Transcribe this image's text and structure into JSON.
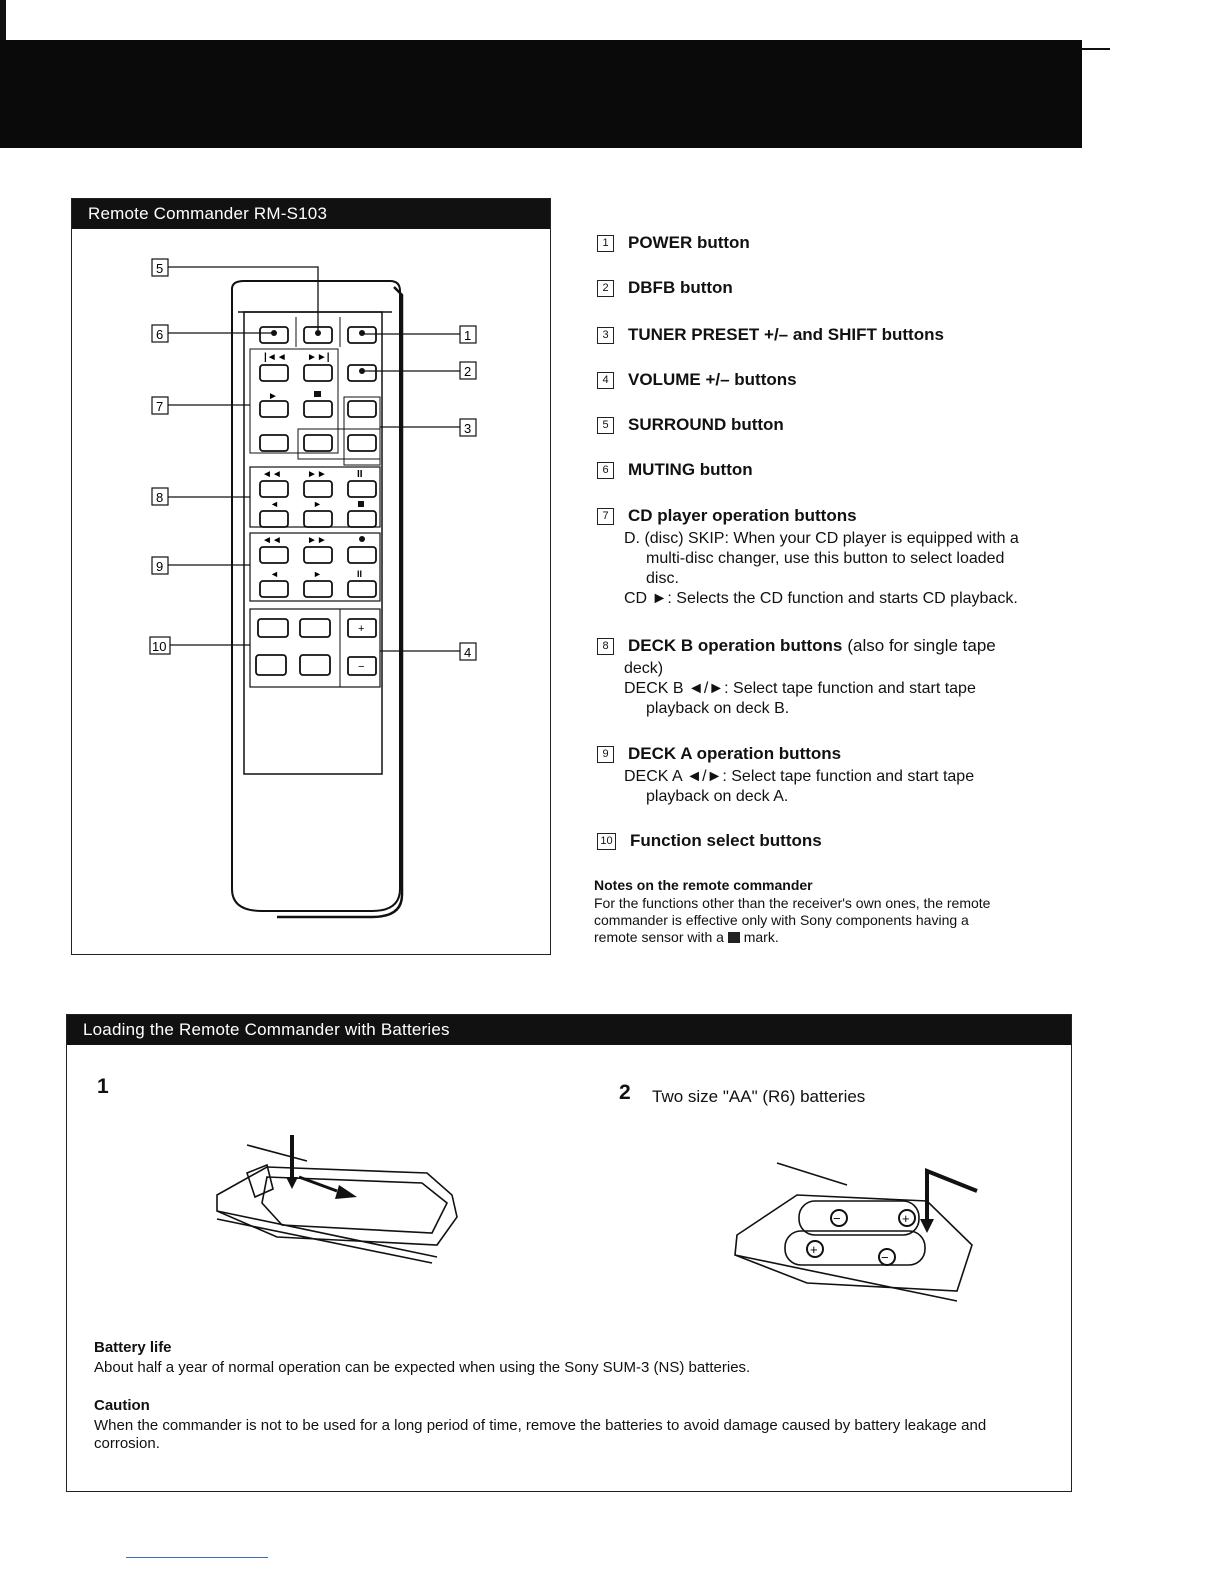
{
  "remote_section": {
    "title": "Remote Commander RM-S103",
    "callouts": [
      "1",
      "2",
      "3",
      "4",
      "5",
      "6",
      "7",
      "8",
      "9",
      "10"
    ]
  },
  "parts": [
    {
      "num": "1",
      "label": "POWER button"
    },
    {
      "num": "2",
      "label": "DBFB button"
    },
    {
      "num": "3",
      "label": "TUNER PRESET +/– and SHIFT buttons"
    },
    {
      "num": "4",
      "label": "VOLUME +/– buttons"
    },
    {
      "num": "5",
      "label": "SURROUND button"
    },
    {
      "num": "6",
      "label": "MUTING button"
    },
    {
      "num": "7",
      "label": "CD player operation buttons",
      "desc1_a": "D. (disc) SKIP: When your CD player is equipped with a",
      "desc1_b": "multi-disc changer, use this button to select loaded",
      "desc1_c": "disc.",
      "desc2": "CD ►: Selects the CD function and starts CD playback."
    },
    {
      "num": "8",
      "label": "DECK B operation buttons",
      "suffix": "(also for single tape",
      "suffix2": "deck)",
      "desc1_a": "DECK B ◄/►: Select tape function and start tape",
      "desc1_b": "playback on deck B."
    },
    {
      "num": "9",
      "label": "DECK A operation buttons",
      "desc1_a": "DECK A ◄/►: Select tape function and start tape",
      "desc1_b": "playback on deck A."
    },
    {
      "num": "10",
      "label": "Function select buttons"
    }
  ],
  "notes": {
    "title": "Notes on the remote commander",
    "line1": "For the functions other than the receiver's own ones, the remote",
    "line2": "commander is effective only with Sony components having a",
    "line3a": "remote sensor with a",
    "line3b": "mark."
  },
  "battery_section": {
    "title": "Loading the Remote Commander with Batteries",
    "step1_num": "1",
    "step2_num": "2",
    "step2_text": "Two size \"AA\" (R6) batteries",
    "life_title": "Battery life",
    "life_text": "About half a year of normal operation can be expected when using the Sony SUM-3 (NS) batteries.",
    "caution_title": "Caution",
    "caution_text": "When the commander is not to be used for a long period of time, remove the batteries to avoid damage caused by battery leakage and corrosion.",
    "polarity_plus": "+",
    "polarity_minus": "−"
  }
}
